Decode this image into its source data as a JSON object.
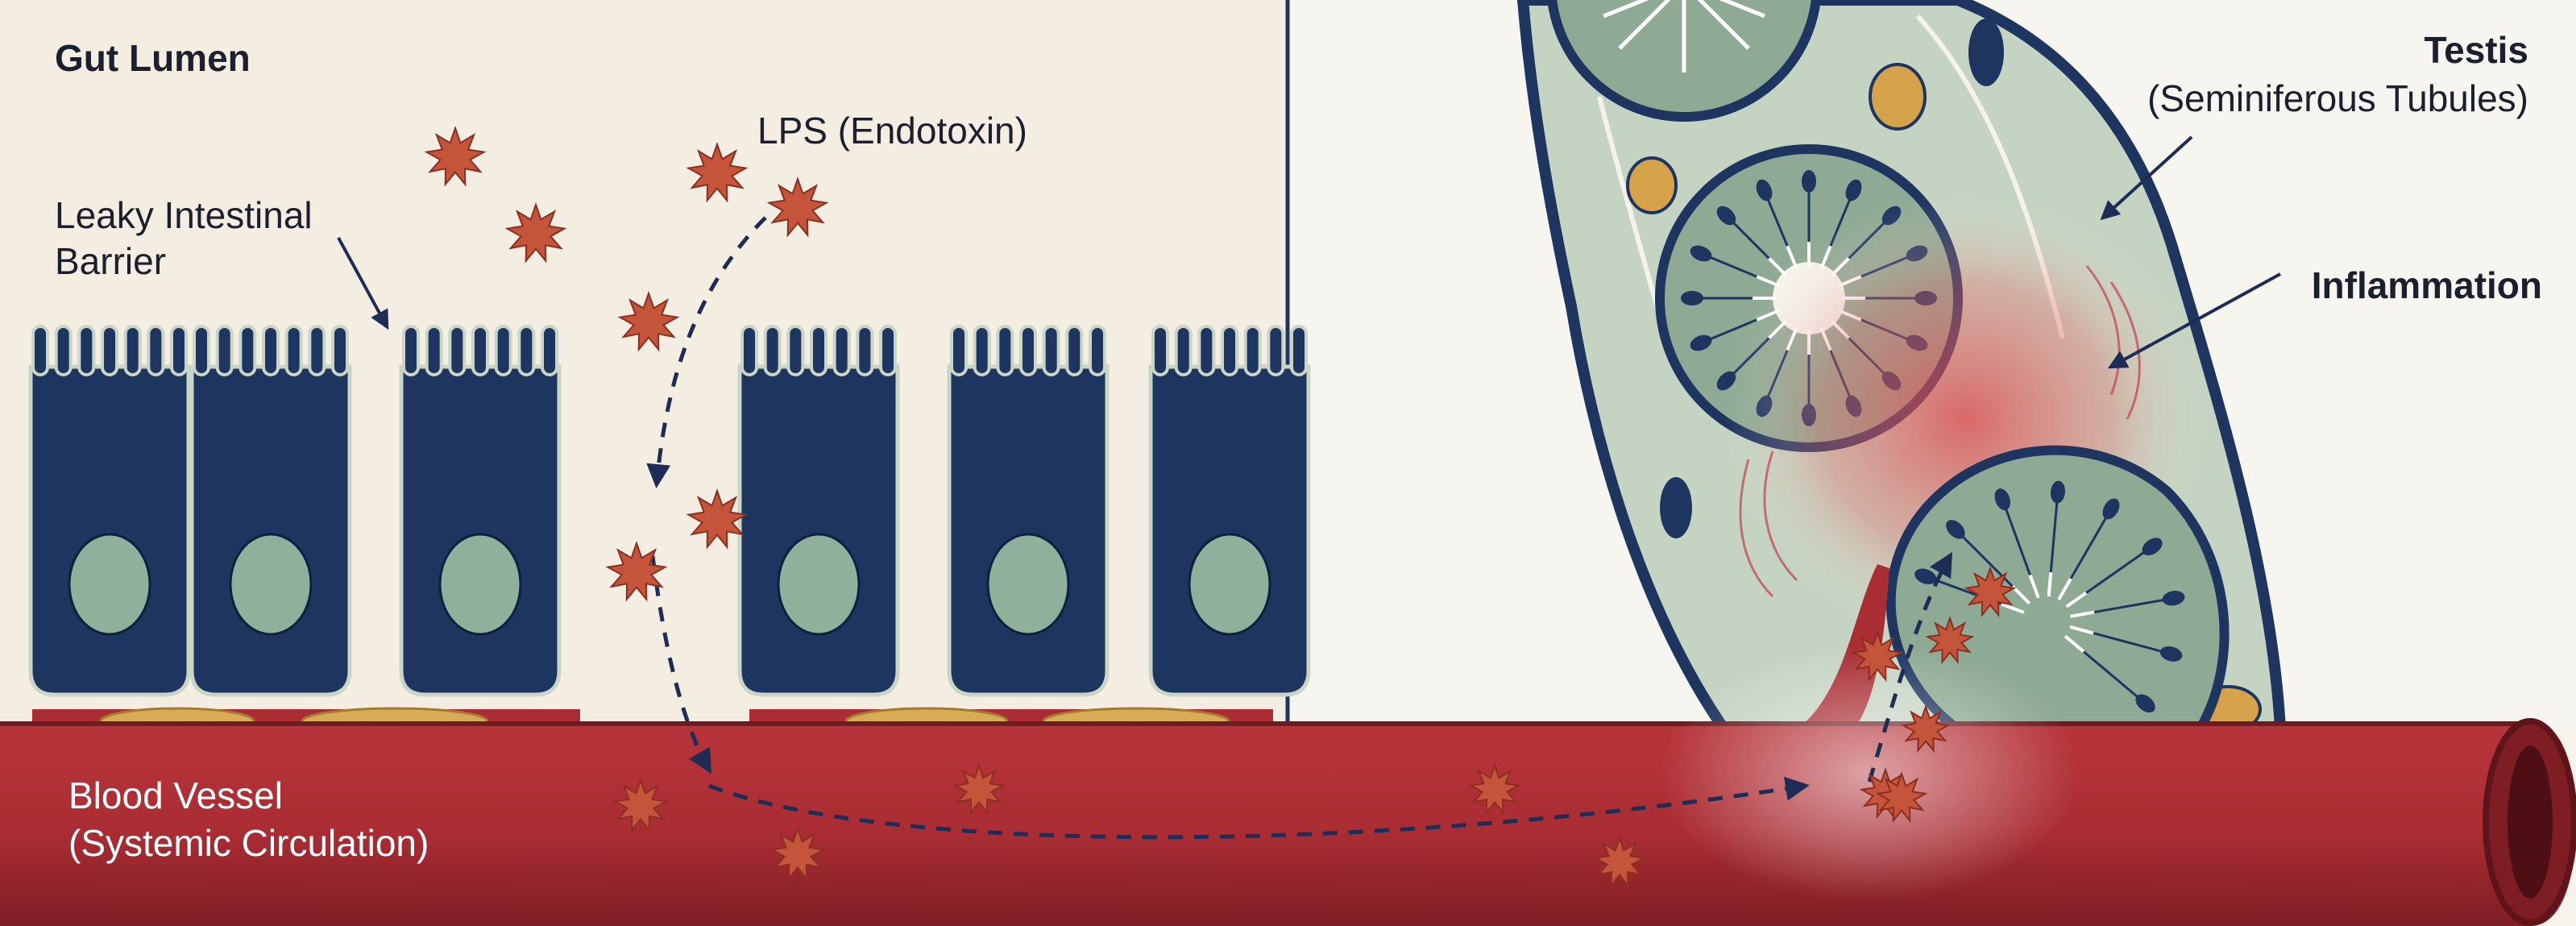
{
  "labels": {
    "gut_lumen": "Gut Lumen",
    "lps": "LPS (Endotoxin)",
    "leaky_line1": "Leaky Intestinal",
    "leaky_line2": "Barrier",
    "blood_line1": "Blood Vessel",
    "blood_line2": "(Systemic Circulation)",
    "testis_line1": "Testis",
    "testis_line2": "(Seminiferous Tubules)",
    "inflammation": "Inflammation"
  },
  "colors": {
    "lumen_bg": "#f4eee2",
    "enterocyte": "#1e3560",
    "nucleus": "#8fb09a",
    "blood": "#a92d33",
    "lps_particle": "#c4553a",
    "tubule_fill": "#8faa94",
    "inflammation": "#e0454a",
    "arrow": "#1e2d55"
  },
  "icons": {
    "lps_particle": "starburst-icon",
    "sperm_cell": "sperm-icon"
  }
}
